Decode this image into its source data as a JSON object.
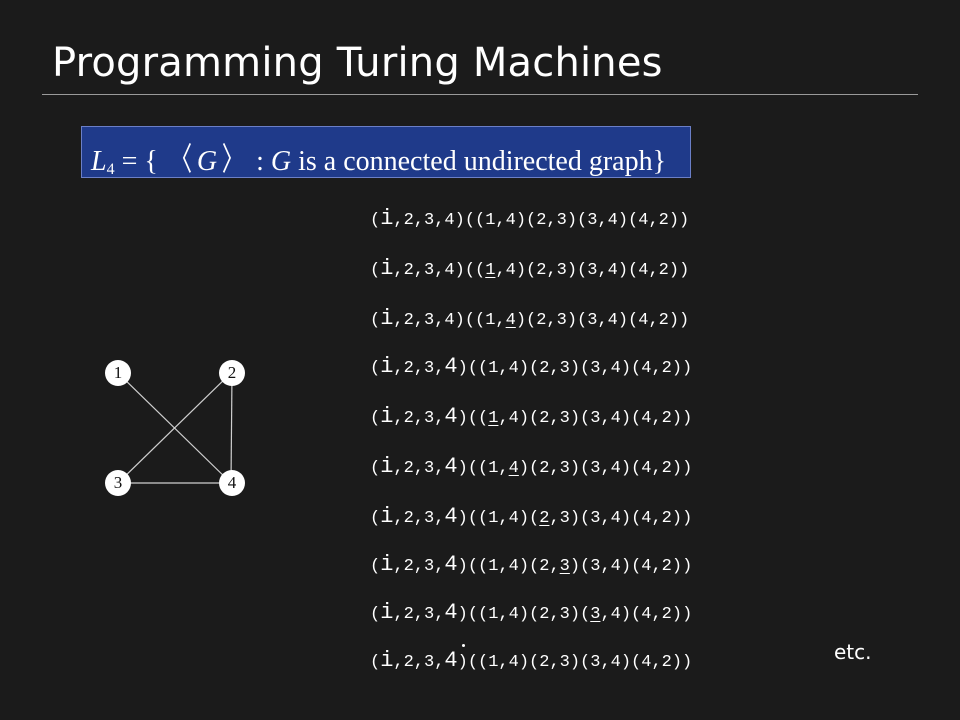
{
  "slide": {
    "title": "Programming Turing Machines",
    "definition": {
      "lhs": "L",
      "subscript": "4",
      "eq_open": " = { ",
      "lang_open": "〈",
      "G": "G",
      "lang_close": "〉",
      "colon": " : ",
      "G2": "G",
      "rest": " is a connected undirected graph",
      "close": "}"
    },
    "etc": "etc.",
    "graph": {
      "nodes": [
        "1",
        "2",
        "3",
        "4"
      ],
      "edges": [
        [
          "1",
          "4"
        ],
        [
          "2",
          "3"
        ],
        [
          "3",
          "4"
        ],
        [
          "4",
          "2"
        ]
      ]
    },
    "encoding_lines": [
      [
        "(",
        "i",
        ",2,3,4)((1,4)(2,3)(3,4)(4,2))"
      ],
      [
        "(",
        "i",
        ",2,3,4)((",
        "1",
        ",4)(2,3)(3,4)(4,2))"
      ],
      [
        "(",
        "i",
        ",2,3,4)((1,",
        "4",
        ")(2,3)(3,4)(4,2))"
      ],
      [
        "(",
        "i",
        ",2,3,",
        "4",
        ")((1,4)(2,3)(3,4)(4,2))"
      ],
      [
        "(",
        "i",
        ",2,3,",
        "4",
        ")((",
        "1",
        ",4)(2,3)(3,4)(4,2))"
      ],
      [
        "(",
        "i",
        ",2,3,",
        "4",
        ")((1,",
        "4",
        ")(2,3)(3,4)(4,2))"
      ],
      [
        "(",
        "i",
        ",2,3,",
        "4",
        ")((1,4)(",
        "2",
        ",3)(3,4)(4,2))"
      ],
      [
        "(",
        "i",
        ",2,3,",
        "4",
        ")((1,4)(2,",
        "3",
        ")(3,4)(4,2))"
      ],
      [
        "(",
        "i",
        ",2,3,",
        "4",
        ")((1,4)(2,3)(",
        "3",
        ",4)(4,2))"
      ],
      [
        "(",
        "i",
        ",2,3,",
        "4",
        ")((1,4)(2,3)(3,4)(4,2))"
      ]
    ]
  }
}
